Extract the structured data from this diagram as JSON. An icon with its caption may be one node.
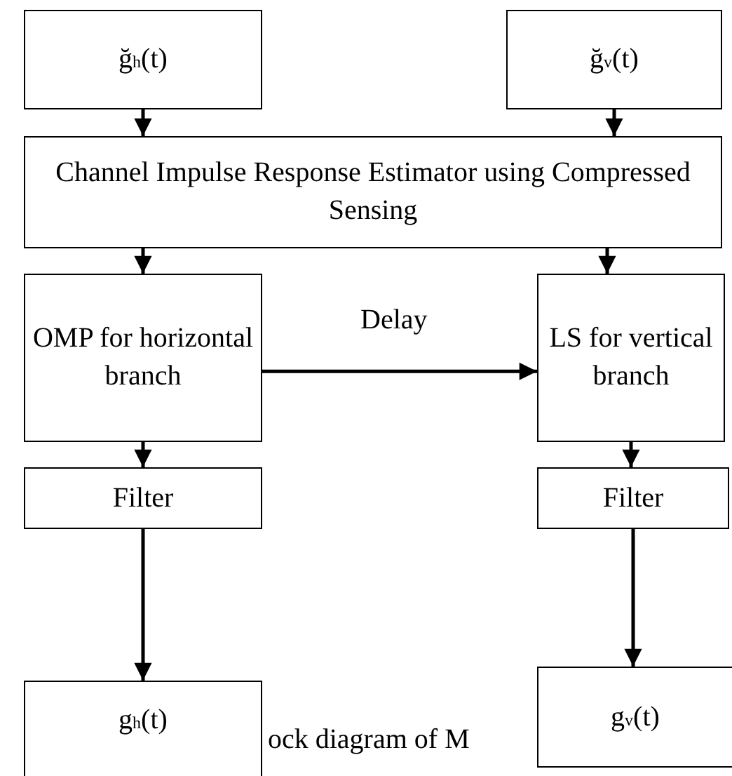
{
  "diagram": {
    "caption": "ock diagram of M",
    "nodes": [
      {
        "text": [
          "ğ$_{h}$(t)"
        ]
      },
      {
        "text": [
          "ğ$_{v}$(t)"
        ]
      },
      {
        "text": [
          "Channel Impulse Response Estimator using Compressed Sensing"
        ]
      },
      {
        "text": [
          "OMP for horizontal branch"
        ]
      },
      {
        "text": [
          "LS for vertical branch"
        ]
      },
      {
        "text": [
          "Filter"
        ]
      },
      {
        "text": [
          "Filter"
        ]
      },
      {
        "text": [
          "g$_{h}$(t)"
        ]
      },
      {
        "text": [
          "g$_{v}$(t)"
        ]
      }
    ],
    "edges": [
      {
        "from": 0,
        "to": 2,
        "arrow": "to"
      },
      {
        "from": 1,
        "to": 2,
        "arrow": "to"
      },
      {
        "from": 2,
        "to": 3,
        "arrow": "to"
      },
      {
        "from": 2,
        "to": 4,
        "arrow": "to"
      },
      {
        "from": 3,
        "to": 4,
        "arrow": "to",
        "label": "Delay"
      },
      {
        "from": 3,
        "to": 5,
        "arrow": "to"
      },
      {
        "from": 4,
        "to": 6,
        "arrow": "to"
      },
      {
        "from": 5,
        "to": 7,
        "arrow": "to"
      },
      {
        "from": 6,
        "to": 8,
        "arrow": "to"
      }
    ]
  }
}
